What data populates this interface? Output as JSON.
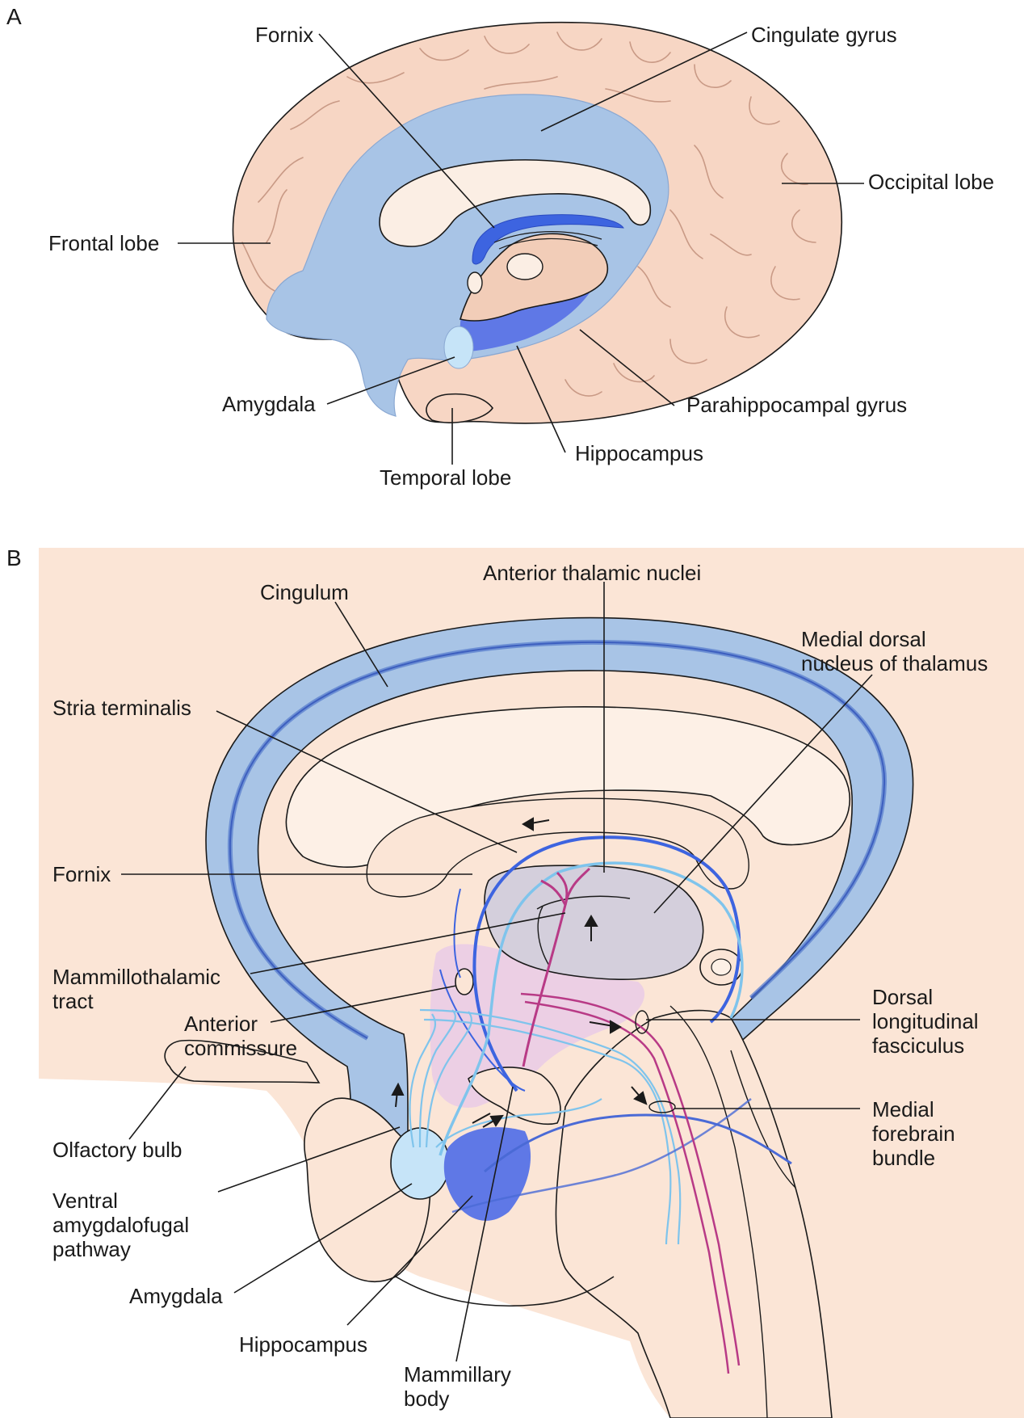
{
  "panels": [
    {
      "letter": "A",
      "labels": {
        "fornix": "Fornix",
        "cingulate_gyrus": "Cingulate gyrus",
        "occipital_lobe": "Occipital lobe",
        "frontal_lobe": "Frontal lobe",
        "amygdala": "Amygdala",
        "parahippocampal_gyrus": "Parahippocampal gyrus",
        "hippocampus": "Hippocampus",
        "temporal_lobe": "Temporal lobe"
      }
    },
    {
      "letter": "B",
      "labels": {
        "anterior_thalamic_nuclei": "Anterior thalamic nuclei",
        "cingulum": "Cingulum",
        "medial_dorsal_1": "Medial dorsal",
        "medial_dorsal_2": "nucleus of thalamus",
        "stria_terminalis": "Stria terminalis",
        "fornix": "Fornix",
        "mammillothalamic_1": "Mammillothalamic",
        "mammillothalamic_2": "tract",
        "anterior_commissure_1": "Anterior",
        "anterior_commissure_2": "commissure",
        "dorsal_long_1": "Dorsal",
        "dorsal_long_2": "longitudinal",
        "dorsal_long_3": "fasciculus",
        "olfactory_bulb": "Olfactory bulb",
        "mfb_1": "Medial",
        "mfb_2": "forebrain",
        "mfb_3": "bundle",
        "vap_1": "Ventral",
        "vap_2": "amygdalofugal",
        "vap_3": "pathway",
        "amygdala": "Amygdala",
        "hippocampus": "Hippocampus",
        "mammillary_1": "Mammillary",
        "mammillary_2": "body"
      }
    }
  ],
  "colors": {
    "cortex": "#f7d6c4",
    "limbic_blue": "#a8c4e6",
    "hippocampus_blue": "#5f78e6",
    "amygdala_light": "#c6e4f8",
    "callosum": "#fbeee4",
    "thalamus": "#d4cfdc",
    "background_b": "#fbe5d6",
    "fornix_blue": "#3d64e0",
    "stria_light": "#7fc4ec",
    "magenta": "#b83a86",
    "hypothalamus_pink": "#eccfe4"
  }
}
